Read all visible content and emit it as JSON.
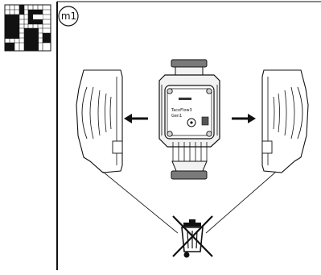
{
  "step_label": "m1",
  "pump_label": {
    "line1": "TacoFlow3",
    "line2": "Gen1"
  },
  "colors": {
    "ink": "#111111",
    "line": "#222222",
    "pump_fill": "#f2f2f2",
    "pump_shade": "#d4d4d4",
    "flange": "#7a7a7a"
  },
  "icons": [
    "page-thumbnail-icon",
    "arrow-left-icon",
    "arrow-right-icon",
    "crossed-out-wheelie-bin-icon"
  ]
}
